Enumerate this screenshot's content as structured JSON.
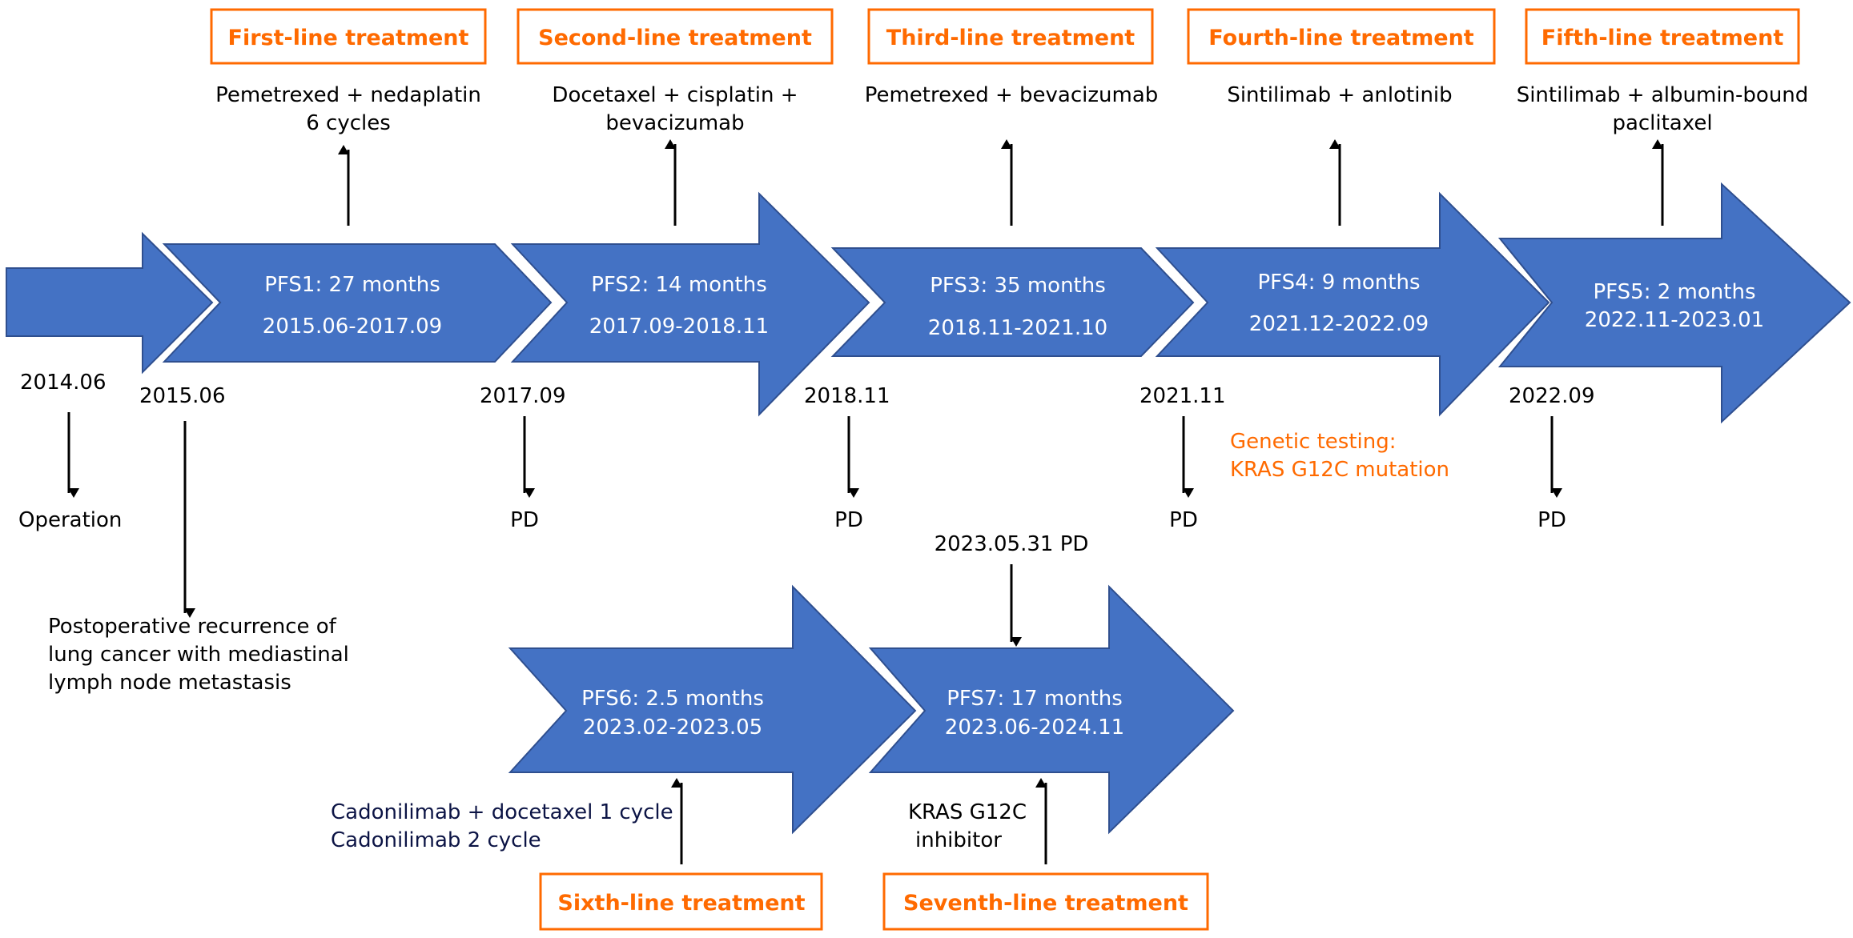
{
  "headers": {
    "h1": "First-line treatment",
    "h2": "Second-line treatment",
    "h3": "Third-line treatment",
    "h4": "Fourth-line treatment",
    "h5": "Fifth-line treatment",
    "h6": "Sixth-line treatment",
    "h7": "Seventh-line treatment"
  },
  "regimens": {
    "r1": [
      "Pemetrexed + nedaplatin",
      "6 cycles"
    ],
    "r2": [
      "Docetaxel + cisplatin +",
      "bevacizumab"
    ],
    "r3": [
      "Pemetrexed + bevacizumab"
    ],
    "r4": [
      "Sintilimab + anlotinib"
    ],
    "r5": [
      "Sintilimab + albumin-bound",
      "paclitaxel"
    ],
    "r6": [
      "Cadonilimab + docetaxel 1 cycle",
      "Cadonilimab 2 cycle"
    ],
    "r7": [
      "KRAS G12C",
      "inhibitor"
    ]
  },
  "pfs": {
    "p1": {
      "label": "PFS1: 27 months",
      "range": "2015.06-2017.09"
    },
    "p2": {
      "label": "PFS2: 14 months",
      "range": "2017.09-2018.11"
    },
    "p3": {
      "label": "PFS3: 35 months",
      "range": "2018.11-2021.10"
    },
    "p4": {
      "label": "PFS4: 9 months",
      "range": "2021.12-2022.09"
    },
    "p5": {
      "label": "PFS5: 2 months",
      "range": "2022.11-2023.01"
    },
    "p6": {
      "label": "PFS6: 2.5 months",
      "range": "2023.02-2023.05"
    },
    "p7": {
      "label": "PFS7: 17 months",
      "range": "2023.06-2024.11"
    }
  },
  "dates": {
    "d0": "2014.06",
    "d1": "2015.06",
    "d2": "2017.09",
    "d3": "2018.11",
    "d4": "2021.11",
    "d5": "2022.09",
    "d6": "2023.05.31 PD"
  },
  "events": {
    "operation": "Operation",
    "pd": "PD",
    "recurrence": [
      "Postoperative recurrence of",
      "lung cancer with mediastinal",
      "lymph node metastasis"
    ],
    "genetic": [
      "Genetic testing:",
      "KRAS G12C mutation"
    ]
  },
  "colors": {
    "arrow_fill": "#4472c4",
    "accent_orange": "#ff6a00"
  }
}
